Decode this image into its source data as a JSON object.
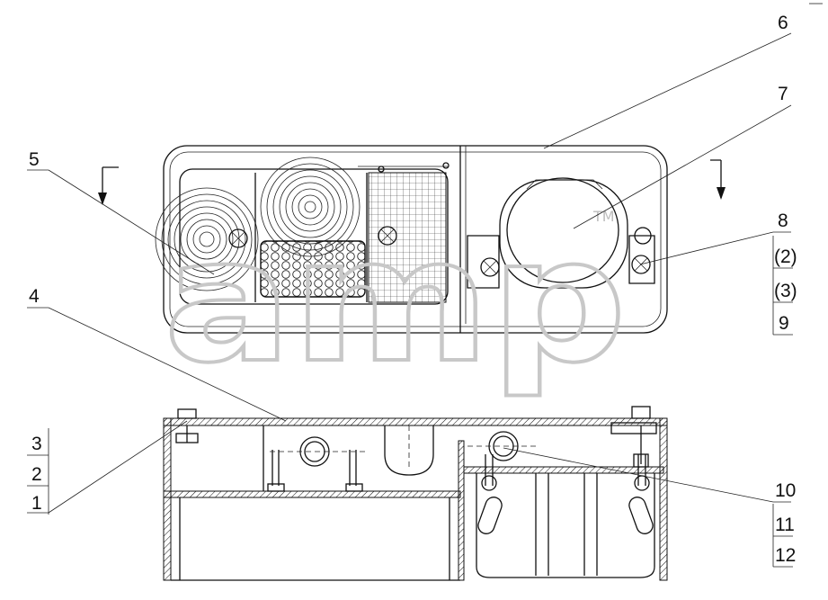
{
  "callouts": {
    "c1": "1",
    "c2": "2",
    "c3": "3",
    "c4": "4",
    "c5": "5",
    "c6": "6",
    "c7": "7",
    "c8": "8",
    "c2p": "(2)",
    "c3p": "(3)",
    "c9": "9",
    "c10": "10",
    "c11": "11",
    "c12": "12"
  },
  "watermark": {
    "text": "amp",
    "tm": "TM"
  }
}
